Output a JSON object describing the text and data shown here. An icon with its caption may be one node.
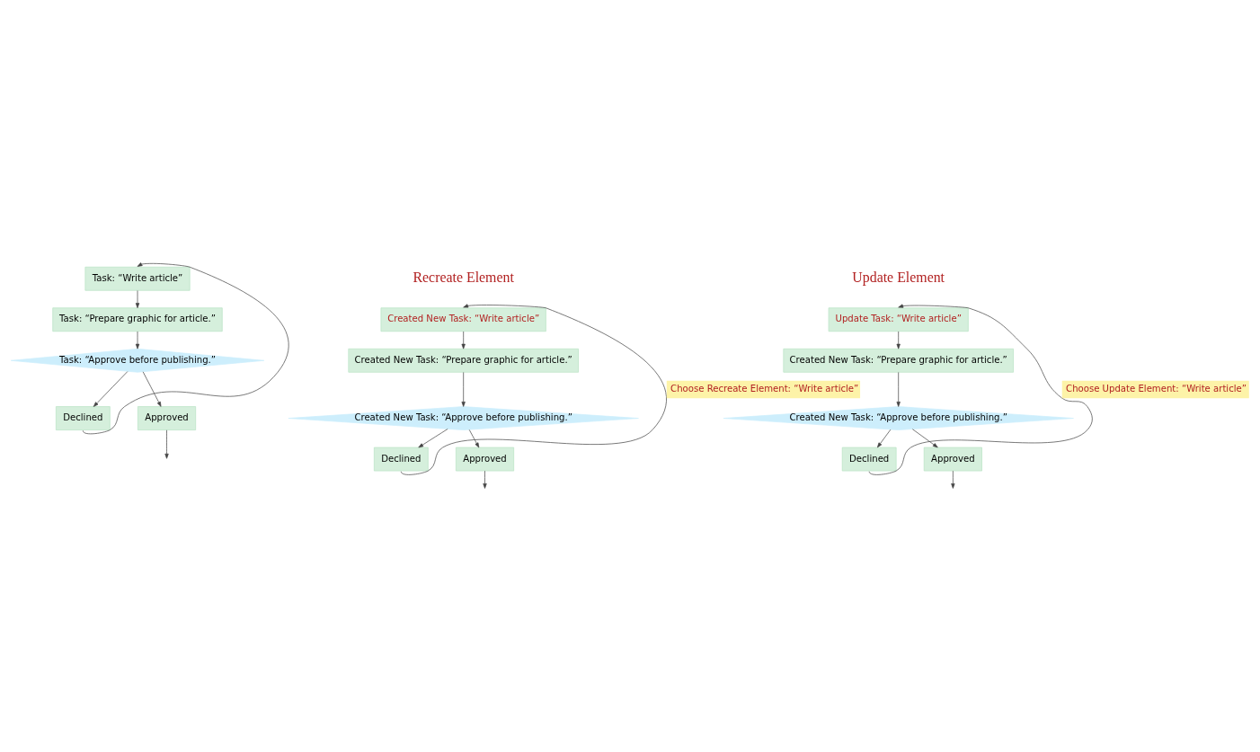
{
  "diagram": {
    "nodes": [
      {
        "text": [
          "Task: “Write article”"
        ]
      },
      {
        "text": [
          "Task: “Prepare graphic for article.”"
        ]
      },
      {
        "text": [
          "Task: “Approve before publishing.”"
        ]
      },
      {
        "text": [
          "Declined"
        ]
      },
      {
        "text": [
          "Approved"
        ]
      },
      {
        "text": [
          "Created New Task: “Write article”"
        ]
      },
      {
        "text": [
          "Created New Task: “Prepare graphic for article.”"
        ]
      },
      {
        "text": [
          "Created New Task: “Approve before publishing.”"
        ]
      },
      {
        "text": [
          "Declined"
        ]
      },
      {
        "text": [
          "Approved"
        ]
      },
      {
        "text": [
          "Update Task: “Write article”"
        ]
      },
      {
        "text": [
          "Created New Task: “Prepare graphic for article.”"
        ]
      },
      {
        "text": [
          "Created New Task: “Approve before publishing.”"
        ]
      },
      {
        "text": [
          "Declined"
        ]
      },
      {
        "text": [
          "Approved"
        ]
      }
    ],
    "edges": [
      {
        "from": 0,
        "to": 1,
        "arrow": "to"
      },
      {
        "from": 1,
        "to": 2,
        "arrow": "to"
      },
      {
        "from": 2,
        "to": 3,
        "arrow": "to"
      },
      {
        "from": 2,
        "to": 4,
        "arrow": "to"
      },
      {
        "from": 4,
        "to": null,
        "arrow": "to"
      },
      {
        "from": 3,
        "to": 0,
        "arrow": "to"
      },
      {
        "from": 5,
        "to": 6,
        "arrow": "to"
      },
      {
        "from": 6,
        "to": 7,
        "arrow": "to"
      },
      {
        "from": 7,
        "to": 8,
        "arrow": "to"
      },
      {
        "from": 7,
        "to": 9,
        "arrow": "to"
      },
      {
        "from": 9,
        "to": null,
        "arrow": "to"
      },
      {
        "from": 8,
        "to": 5,
        "arrow": "to",
        "label": "Choose Recreate Element: “Write article”"
      },
      {
        "from": 10,
        "to": 11,
        "arrow": "to"
      },
      {
        "from": 11,
        "to": 12,
        "arrow": "to"
      },
      {
        "from": 12,
        "to": 13,
        "arrow": "to"
      },
      {
        "from": 12,
        "to": 14,
        "arrow": "to"
      },
      {
        "from": 14,
        "to": null,
        "arrow": "to"
      },
      {
        "from": 13,
        "to": 10,
        "arrow": "to",
        "label": "Choose Update Element: “Write article”"
      }
    ],
    "labels": [
      "Recreate Element",
      "Update Element"
    ]
  }
}
